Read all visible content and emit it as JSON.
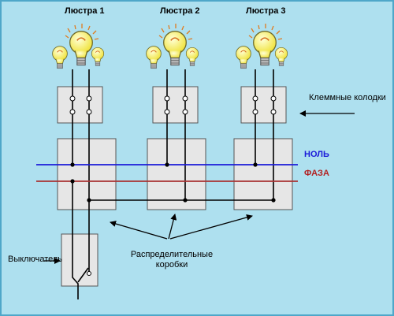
{
  "diagram": {
    "chandeliers": [
      {
        "label": "Люстра 1"
      },
      {
        "label": "Люстра 2"
      },
      {
        "label": "Люстра 3"
      }
    ],
    "terminal_blocks_label": "Клеммные колодки",
    "neutral_label": "НОЛЬ",
    "phase_label": "ФАЗА",
    "switch_label": "Выключатель",
    "junction_boxes_label_line1": "Распределительные",
    "junction_boxes_label_line2": "коробки",
    "colors": {
      "background": "#aee0ef",
      "border": "#4fa7c9",
      "box_fill": "#e6e6e6",
      "box_stroke": "#555555",
      "neutral_wire": "#1b1bd9",
      "phase_wire": "#a83232",
      "neutral_text": "#1b1bd9",
      "phase_text": "#b22222",
      "bulb": "#f2e94e"
    }
  }
}
